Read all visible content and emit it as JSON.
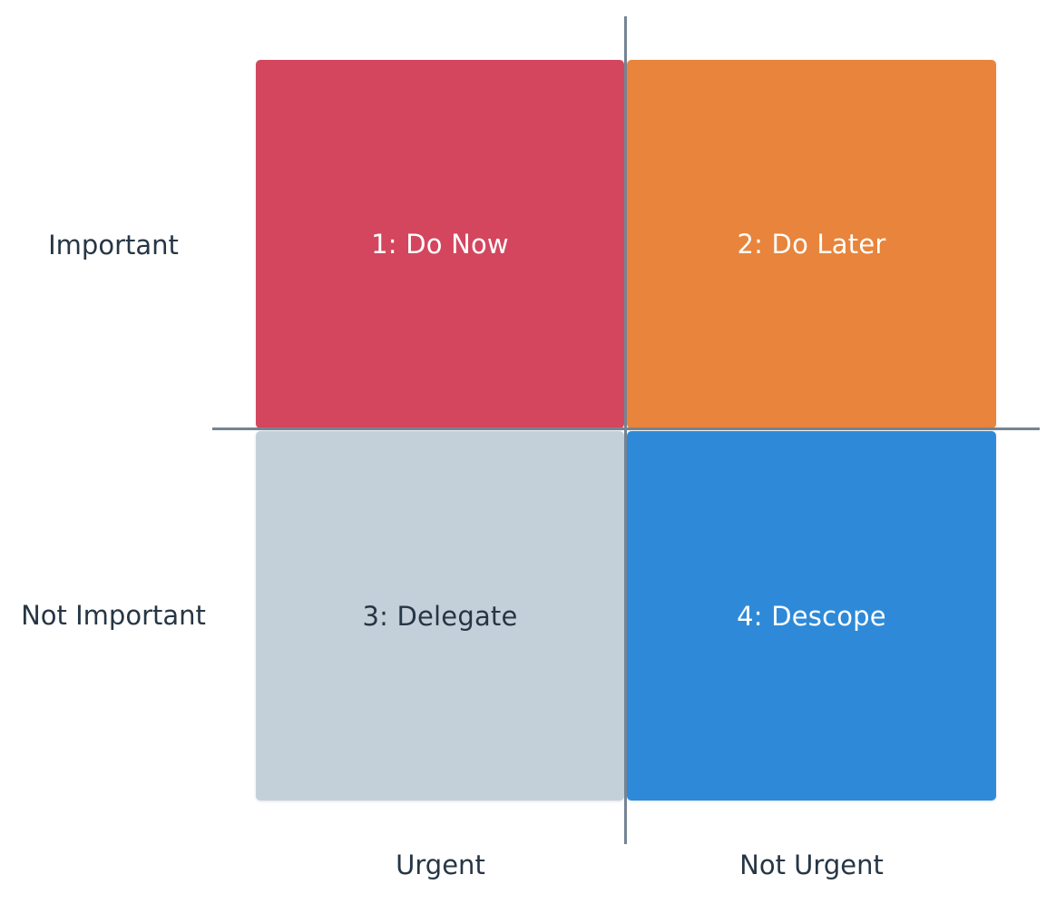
{
  "rows": [
    {
      "label": "Important"
    },
    {
      "label": "Not Important"
    }
  ],
  "columns": [
    {
      "label": "Urgent"
    },
    {
      "label": "Not Urgent"
    }
  ],
  "quadrants": [
    {
      "label": "1: Do Now",
      "color": "#d3465e",
      "text_color": "#ffffff"
    },
    {
      "label": "2: Do Later",
      "color": "#e8843b",
      "text_color": "#ffffff"
    },
    {
      "label": "3: Delegate",
      "color": "#c4d0d9",
      "text_color": "#263645"
    },
    {
      "label": "4: Descope",
      "color": "#2e8ad8",
      "text_color": "#ffffff"
    }
  ],
  "colors": {
    "axis": "#748493",
    "label_text": "#263645",
    "background": "#ffffff"
  }
}
